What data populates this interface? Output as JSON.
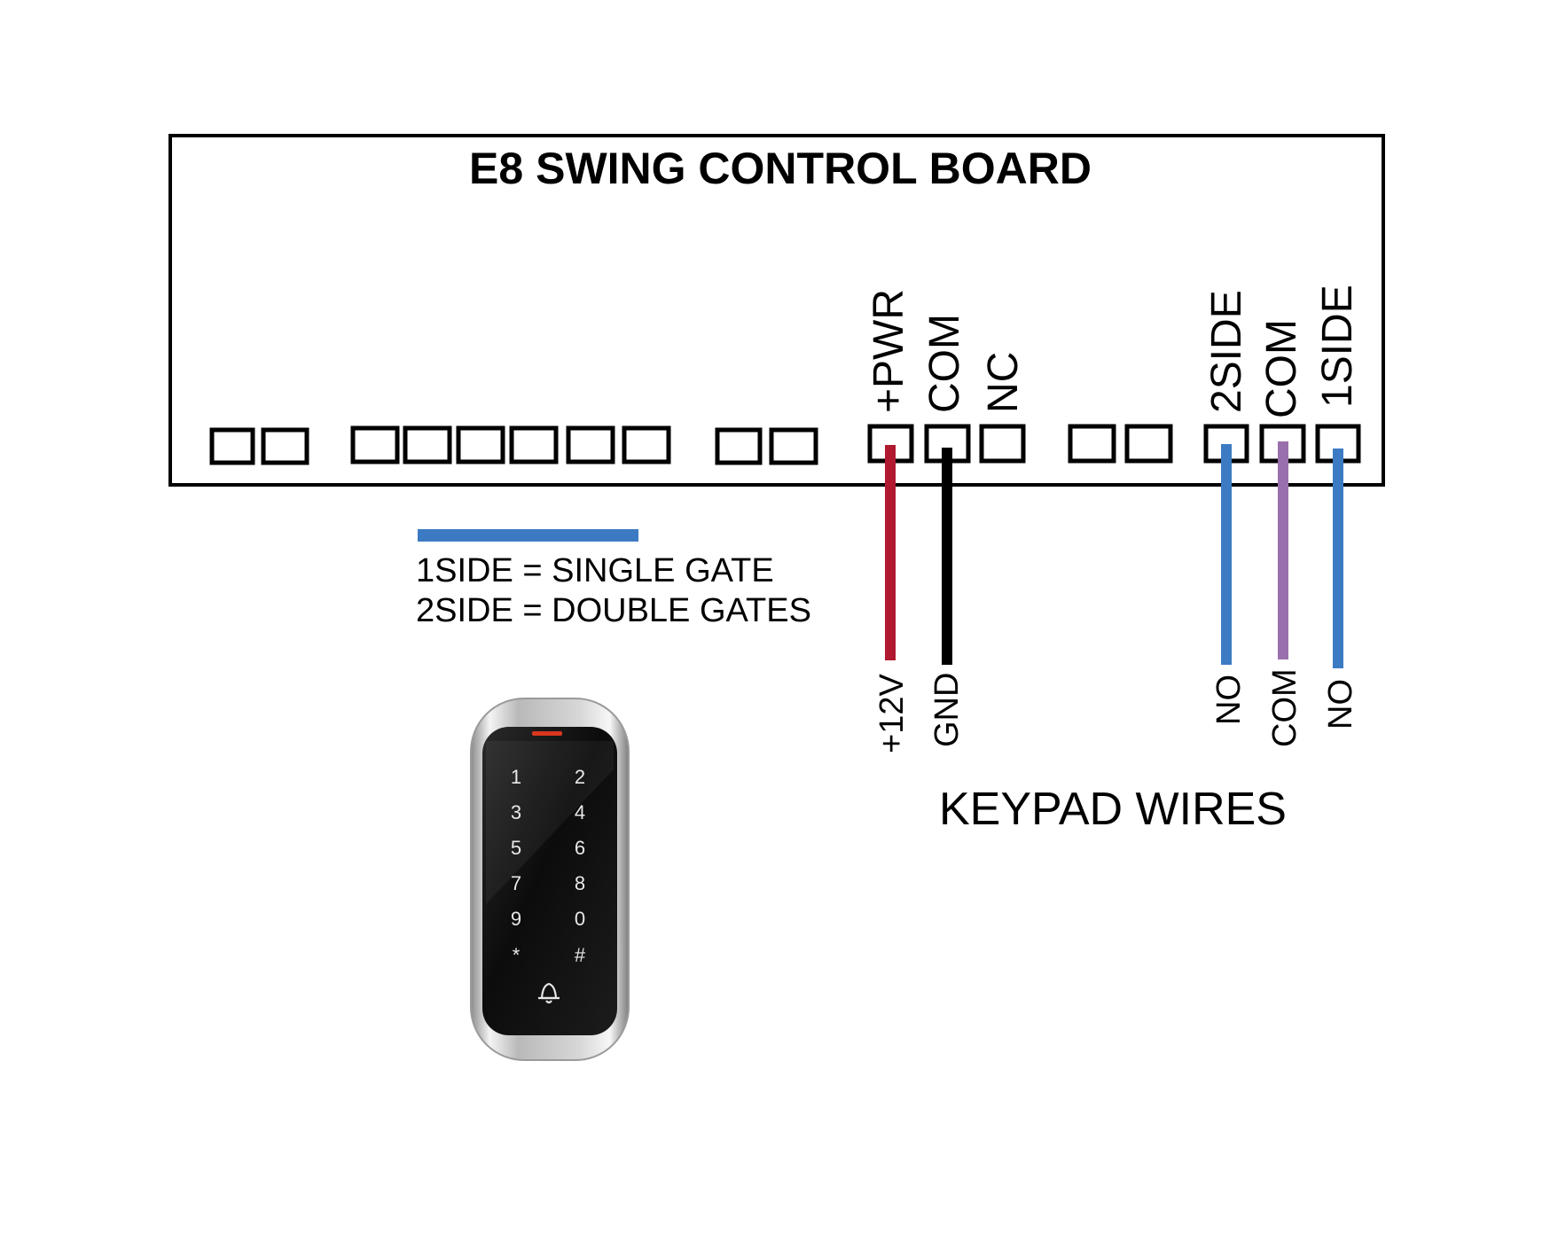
{
  "board": {
    "title": "E8 SWING CONTROL BOARD",
    "terminal_labels": [
      "+PWR",
      "COM",
      "NC",
      "2SIDE",
      "COM",
      "1SIDE"
    ]
  },
  "wires": [
    {
      "label": "+12V",
      "color": "#b0192f",
      "terminal": "+PWR"
    },
    {
      "label": "GND",
      "color": "#000000",
      "terminal": "COM"
    },
    {
      "label": "NO",
      "color": "#3c7bc3",
      "terminal": "2SIDE"
    },
    {
      "label": "COM",
      "color": "#9a70ac",
      "terminal": "COM"
    },
    {
      "label": "NO",
      "color": "#3c7bc3",
      "terminal": "1SIDE"
    }
  ],
  "legend": {
    "line_color": "#3c7bc3",
    "lines": [
      "1SIDE = SINGLE GATE",
      "2SIDE = DOUBLE GATES"
    ]
  },
  "keypad_wires_label": "KEYPAD WIRES",
  "keypad": {
    "keys": [
      "1",
      "2",
      "3",
      "4",
      "5",
      "6",
      "7",
      "8",
      "9",
      "0",
      "*",
      "#"
    ],
    "bell_icon": "bell-icon",
    "indicator_color": "#d9361f"
  }
}
